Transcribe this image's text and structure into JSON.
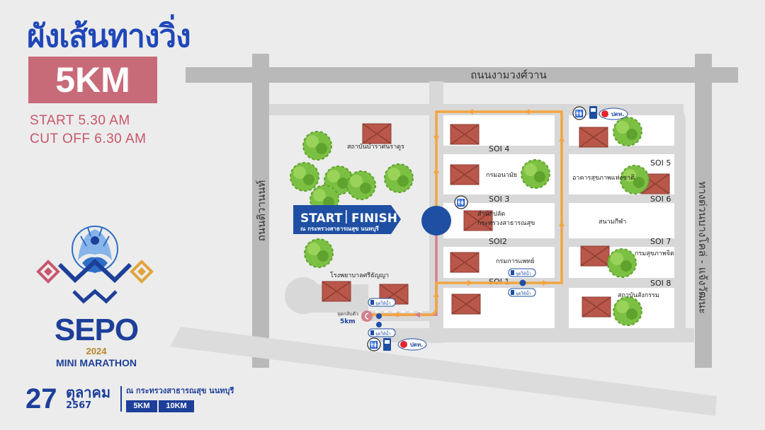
{
  "header": {
    "title": "ผังเส้นทางวิ่ง",
    "distance": "5KM",
    "start_time": "START 5.30 AM",
    "cutoff_time": "CUT OFF 6.30 AM"
  },
  "logo": {
    "main": "SEPO",
    "year": "2024",
    "sub": "MINI MARATHON"
  },
  "event": {
    "day": "27",
    "month": "ตุลาคม",
    "year": "2567",
    "venue": "ณ กระทรวงสาธารณสุข นนทบุรี",
    "distances": [
      "5KM",
      "10KM"
    ]
  },
  "map": {
    "roads": {
      "top": "ถนนงามวงศ์วาน",
      "left": "ถนนติวานนท์",
      "right": "ทางด่วนบางโคล่ - แจ้งวัฒนะ"
    },
    "sois": [
      "SOI 4",
      "SOI 5",
      "SOI 3",
      "SOI 6",
      "SOI2",
      "SOI 7",
      "SOI 1",
      "SOI 8"
    ],
    "buildings": {
      "b1": "สถาบันบำราศนราดูร",
      "b2": "กรมอนามัย",
      "b3": "อาคารสุขภาพแห่งชาติ",
      "b4": "สำนักปลัด",
      "b4b": "กระทรวงสาธารณสุข",
      "b5": "สนามกีฬา",
      "b6": "กรมการแพทย์",
      "b7": "กรมสุขภาพจิต",
      "b8": "โรงพยาบาลศรีธัญญา",
      "b9": "สถาบันสังกรรม"
    },
    "start_finish": {
      "start": "START",
      "finish": "FINISH",
      "location": "ณ กระทรวงสาธารณสุข นนทบุรี"
    },
    "uturn": {
      "label": "จุดกลับตัว",
      "distance": "5km"
    },
    "water_label": "จุดให้น้ำ",
    "sponsor": "ปตท."
  },
  "colors": {
    "title_blue": "#1f47b8",
    "badge_pink": "#c86b78",
    "route_orange": "#f3a540",
    "route_pink": "#d4808e",
    "road_gray": "#b9b9b9",
    "start_circle": "#1e4fa3",
    "roof": "#b8574a",
    "tree": "#7bc043"
  }
}
